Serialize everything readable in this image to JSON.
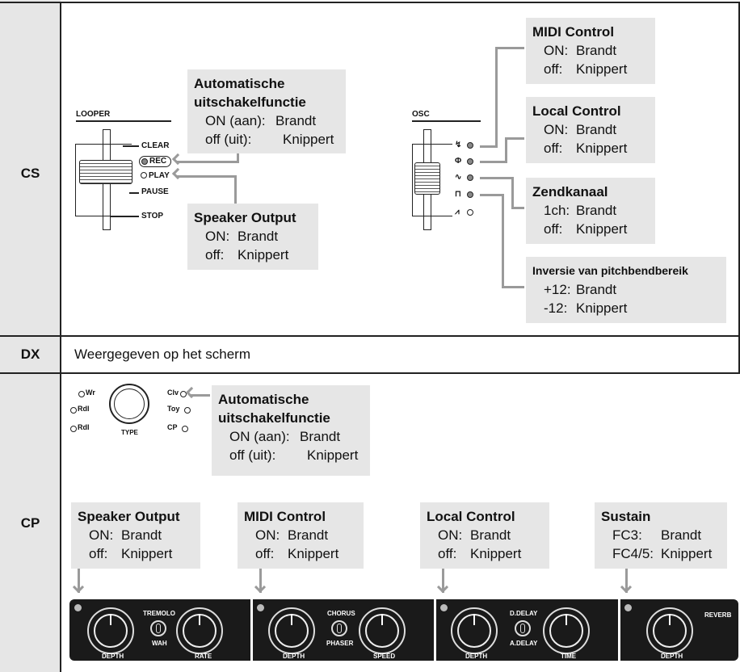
{
  "rows": {
    "cs": "CS",
    "dx": "DX",
    "cp": "CP"
  },
  "dx_text": "Weergegeven op het scherm",
  "cs": {
    "looper": {
      "title": "LOOPER",
      "clear": "CLEAR",
      "rec": "REC",
      "play": "PLAY",
      "pause": "PAUSE",
      "stop": "STOP"
    },
    "osc_title": "OSC",
    "auto_off": {
      "title_1": "Automatische",
      "title_2": "uitschakelfunctie",
      "l1a": "ON (aan):",
      "l1b": "Brandt",
      "l2a": "off (uit):",
      "l2b": "Knippert"
    },
    "speaker": {
      "title": "Speaker Output",
      "l1a": "ON:",
      "l1b": "Brandt",
      "l2a": "off:",
      "l2b": "Knippert"
    },
    "midi": {
      "title": "MIDI Control",
      "l1a": "ON:",
      "l1b": "Brandt",
      "l2a": "off:",
      "l2b": "Knippert"
    },
    "local": {
      "title": "Local Control",
      "l1a": "ON:",
      "l1b": "Brandt",
      "l2a": "off:",
      "l2b": "Knippert"
    },
    "zend": {
      "title": "Zendkanaal",
      "l1a": "1ch:",
      "l1b": "Brandt",
      "l2a": "off:",
      "l2b": "Knippert"
    },
    "inversie": {
      "title": "Inversie van pitchbendbereik",
      "l1a": "+12:",
      "l1b": "Brandt",
      "l2a": "-12:",
      "l2b": "Knippert"
    }
  },
  "cp": {
    "type_dial": {
      "wr": "Wr",
      "rdl1": "RdI",
      "rdl": "RdI",
      "clv": "Clv",
      "toy": "Toy",
      "cp": "CP",
      "type": "TYPE"
    },
    "auto_off": {
      "title_1": "Automatische",
      "title_2": "uitschakelfunctie",
      "l1a": "ON (aan):",
      "l1b": "Brandt",
      "l2a": "off (uit):",
      "l2b": "Knippert"
    },
    "speaker": {
      "title": "Speaker Output",
      "l1a": "ON:",
      "l1b": "Brandt",
      "l2a": "off:",
      "l2b": "Knippert"
    },
    "midi": {
      "title": "MIDI Control",
      "l1a": "ON:",
      "l1b": "Brandt",
      "l2a": "off:",
      "l2b": "Knippert"
    },
    "local": {
      "title": "Local Control",
      "l1a": "ON:",
      "l1b": "Brandt",
      "l2a": "off:",
      "l2b": "Knippert"
    },
    "sustain": {
      "title": "Sustain",
      "l1a": "FC3:",
      "l1b": "Brandt",
      "l2a": "FC4/5:",
      "l2b": "Knippert"
    },
    "panel": {
      "tremolo": "TREMOLO",
      "wah": "WAH",
      "depth1": "DEPTH",
      "rate": "RATE",
      "chorus": "CHORUS",
      "phaser": "PHASER",
      "depth2": "DEPTH",
      "speed": "SPEED",
      "ddelay": "D.DELAY",
      "adelay": "A.DELAY",
      "depth3": "DEPTH",
      "time": "TIME",
      "reverb": "REVERB",
      "depth4": "DEPTH"
    }
  }
}
